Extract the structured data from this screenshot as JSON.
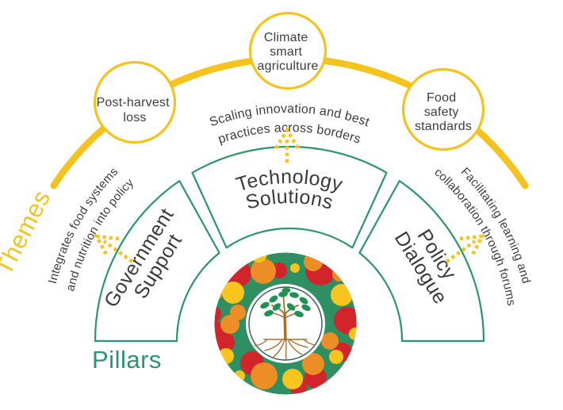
{
  "colors": {
    "yellow": "#F5C21E",
    "green": "#2B9470",
    "text_dark": "#3D3D3D",
    "logo_red": "#D2242B",
    "logo_orange": "#EC8D25",
    "logo_yellow": "#F7C51D",
    "logo_teal": "#2E8F62",
    "logo_ring": "#33584B",
    "tree_green": "#1F9156",
    "tree_brown": "#A4702F"
  },
  "titles": {
    "themes": "Themes",
    "pillars": "Pillars"
  },
  "theme_circles": [
    {
      "id": "post-harvest-loss",
      "lines": [
        "Post-harvest",
        "loss"
      ]
    },
    {
      "id": "climate-smart-agriculture",
      "lines": [
        "Climate",
        "smart",
        "agriculture"
      ]
    },
    {
      "id": "food-safety-standards",
      "lines": [
        "Food",
        "safety",
        "standards"
      ]
    }
  ],
  "pillar_segments": [
    {
      "id": "government-support",
      "lines": [
        "Government",
        "Support"
      ]
    },
    {
      "id": "technology-solutions",
      "lines": [
        "Technology",
        "Solutions"
      ]
    },
    {
      "id": "policy-dialogue",
      "lines": [
        "Policy",
        "Dialogue"
      ]
    }
  ],
  "annotations": {
    "left": {
      "lines": [
        "Integrates food systems",
        "and nutrition into policy"
      ]
    },
    "top": {
      "lines": [
        "Scaling innovation and best",
        "practices across borders"
      ]
    },
    "right": {
      "lines": [
        "Facilitating learning and",
        "collaboration through forums"
      ]
    }
  }
}
